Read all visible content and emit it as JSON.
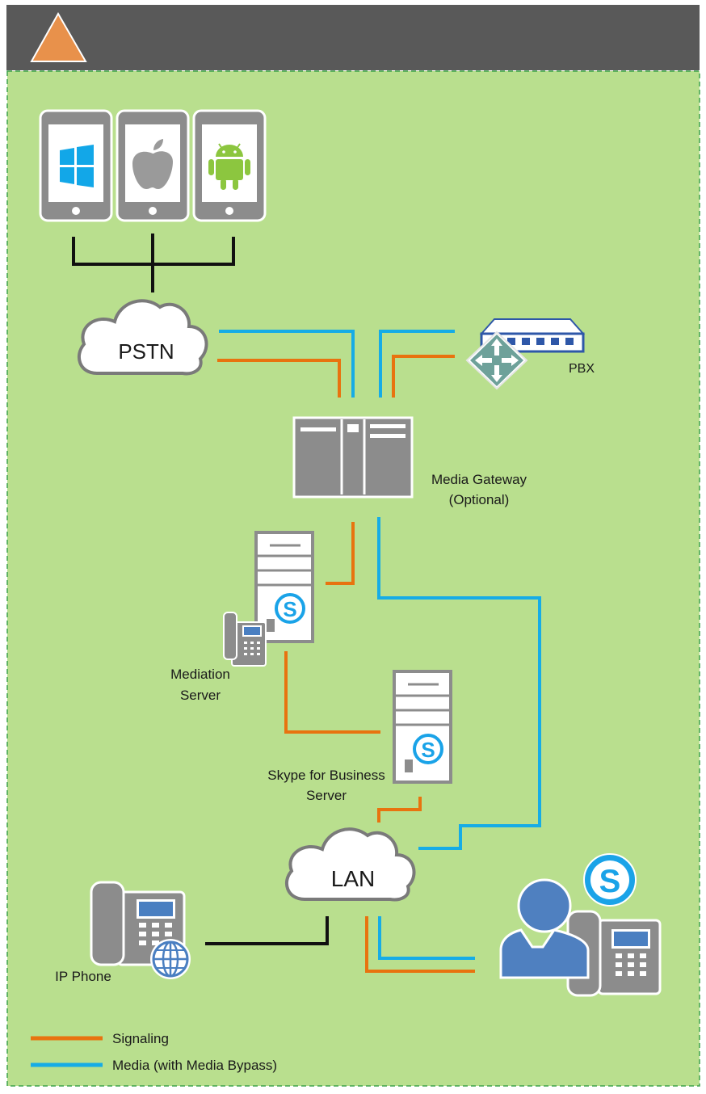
{
  "colors": {
    "header_bar": "#595959",
    "header_triangle": "#e8914b",
    "background_green": "#b9df8e",
    "border_dash": "#3fa34d",
    "signaling": "#e8730f",
    "media": "#16ace6",
    "wire": "#111111",
    "device_gray": "#8c8c8c",
    "device_outline": "#5a5a5a",
    "phone_screen": "#4a7fc1",
    "skype_blue": "#1aa3e8",
    "person_blue": "#4f80c0",
    "cloud_gray": "#7a7a7a",
    "windows_blue": "#12a7e8",
    "android_green": "#8cc63f",
    "pbx_blue": "#2e57a8",
    "pbx_arrow": "#6ea19a"
  },
  "labels": {
    "pstn": "PSTN",
    "pbx": "PBX",
    "media_gateway_line1": "Media Gateway",
    "media_gateway_line2": "(Optional)",
    "mediation_line1": "Mediation",
    "mediation_line2": "Server",
    "sfb_line1": "Skype for Business",
    "sfb_line2": "Server",
    "lan": "LAN",
    "ip_phone": "IP Phone"
  },
  "legend": {
    "signaling": "Signaling",
    "media": "Media (with Media Bypass)"
  },
  "icons": {
    "header": "warning-triangle-icon",
    "mobile_1": "windows-logo-icon",
    "mobile_2": "apple-logo-icon",
    "mobile_3": "android-logo-icon",
    "pbx": "pbx-router-icon",
    "media_gateway": "media-gateway-rack-icon",
    "mediation": "mediation-server-tower-icon",
    "sfb": "sfb-server-tower-icon",
    "ip_phone": "ip-phone-globe-icon",
    "user": "user-with-phone-icon",
    "skype": "skype-logo-icon"
  }
}
